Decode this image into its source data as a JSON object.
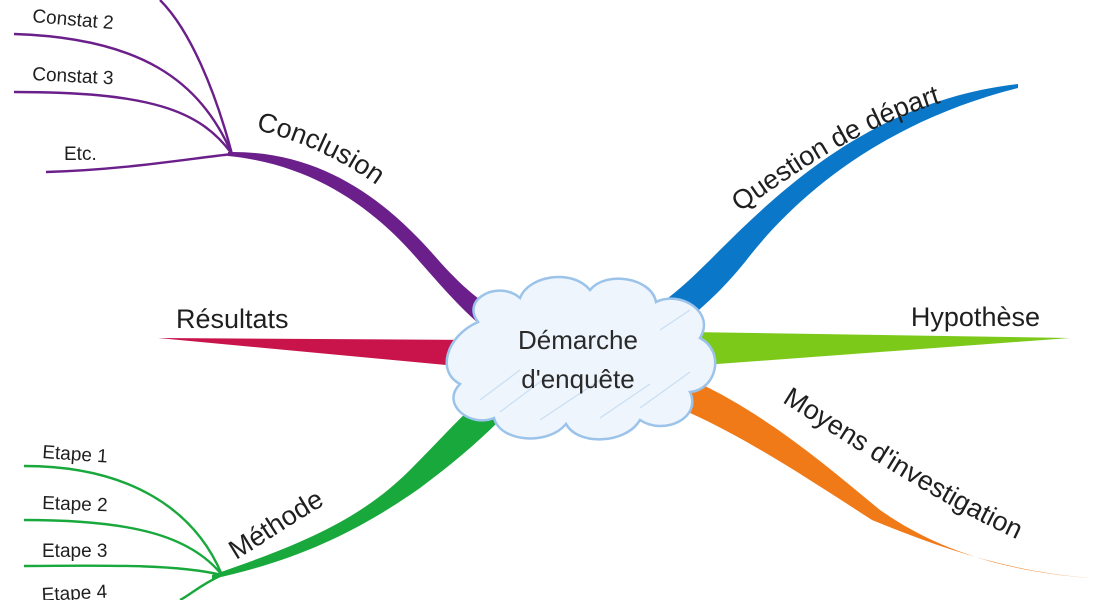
{
  "center": {
    "line1": "Démarche",
    "line2": "d'enquête"
  },
  "colors": {
    "question": "#0a77c8",
    "hypothese": "#7dc91a",
    "moyens": "#f07a17",
    "conclusion": "#6b1f8a",
    "resultats": "#c8144a",
    "methode": "#19a83c",
    "cloud_fill": "#eef5fc",
    "cloud_stroke": "#9cc3ea"
  },
  "branches": {
    "question": "Question de départ",
    "hypothese": "Hypothèse",
    "moyens": "Moyens d'investigation",
    "conclusion": "Conclusion",
    "resultats": "Résultats",
    "methode": "Méthode"
  },
  "conclusion_children": [
    "Constat 2",
    "Constat 3",
    "Etc."
  ],
  "methode_children": [
    "Etape 1",
    "Etape 2",
    "Etape 3",
    "Etape 4"
  ]
}
